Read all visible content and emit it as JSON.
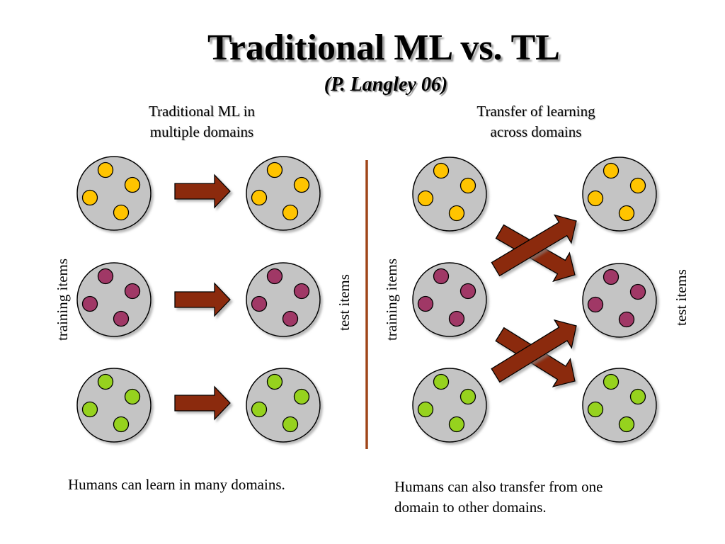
{
  "slide": {
    "title": "Traditional ML vs. TL",
    "subtitle": "(P. Langley 06)",
    "left_heading": "Traditional ML in\nmultiple domains",
    "right_heading": "Transfer of learning\nacross domains",
    "left_caption": "Humans can learn in many domains.",
    "right_caption": "Humans can also transfer from one\ndomain to other domains.",
    "training_label": "training items",
    "test_label": "test items"
  },
  "colors": {
    "circle_fill": "#c4c4c4",
    "arrow_fill": "#8b2c0c",
    "divider": "#a0461a",
    "domain_yellow": "#ffc400",
    "domain_purple": "#a03866",
    "domain_green": "#96d21e"
  }
}
